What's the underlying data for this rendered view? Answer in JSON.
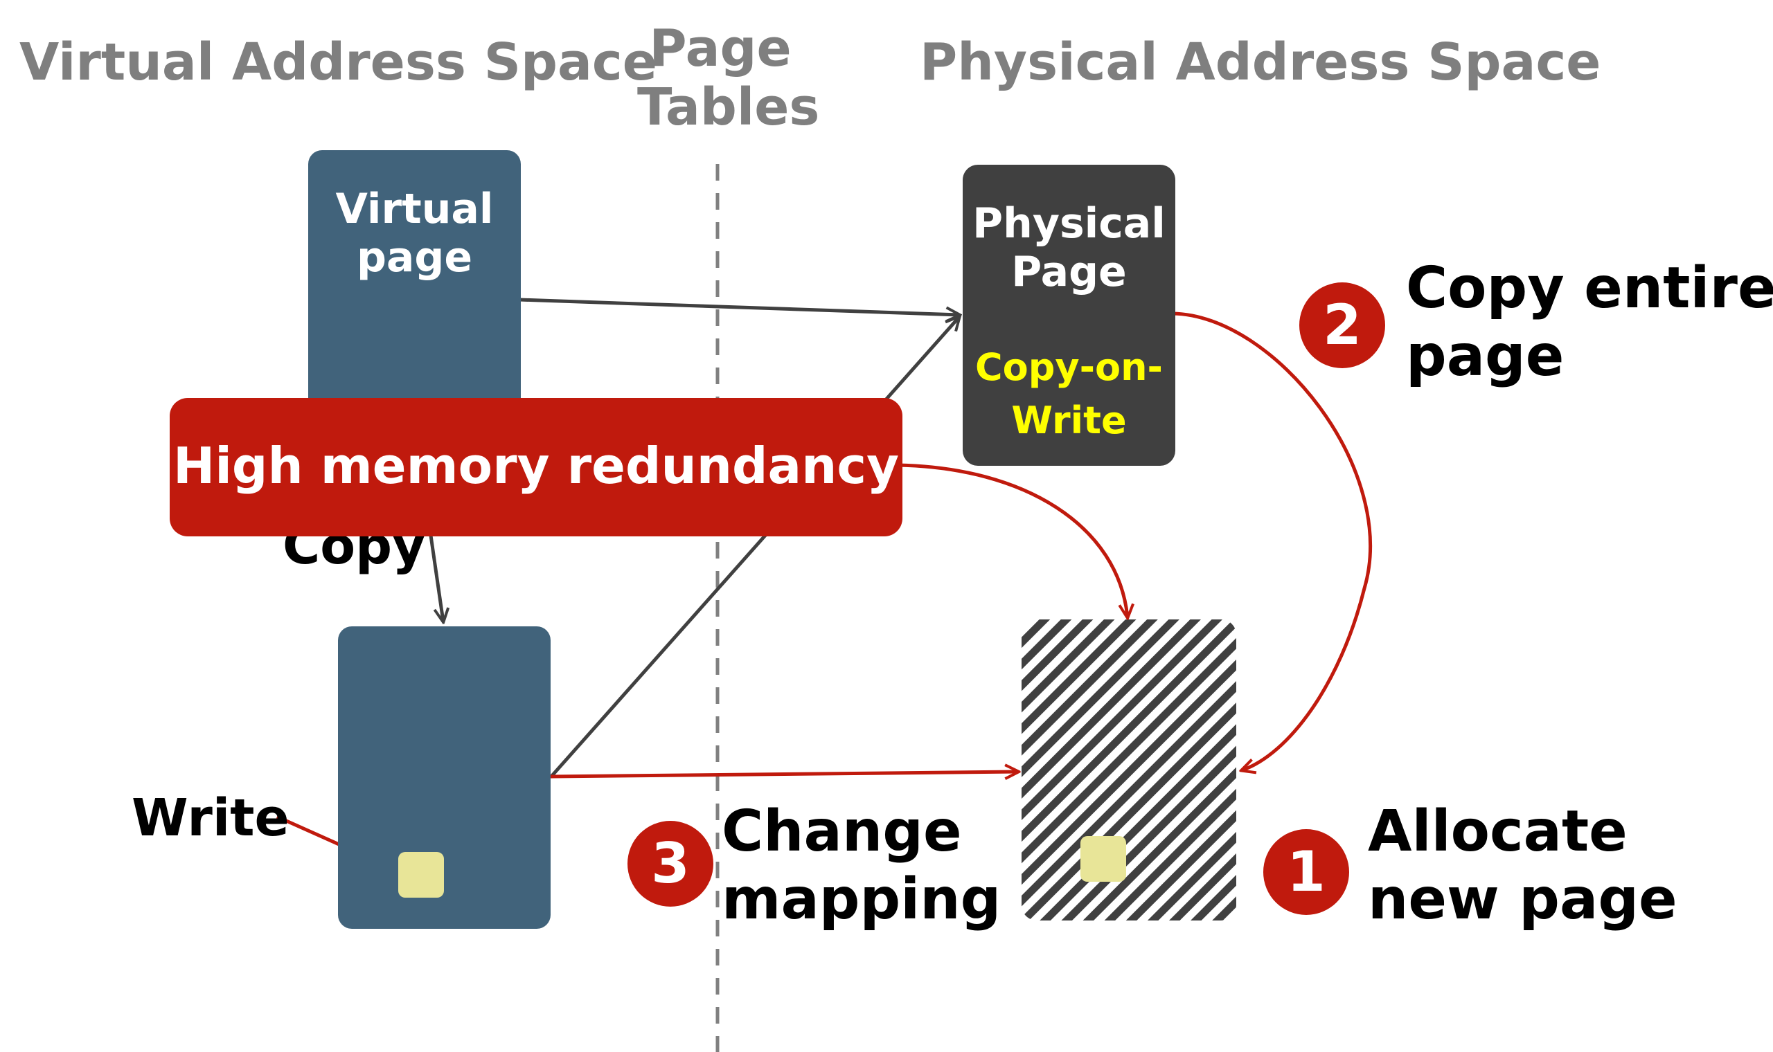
{
  "headers": {
    "virtual": "Virtual Address Space",
    "page_tables_line1": "Page",
    "page_tables_line2": "Tables",
    "physical": "Physical Address Space"
  },
  "boxes": {
    "virtual_page_line1": "Virtual",
    "virtual_page_line2": "page",
    "physical_page_line1": "Physical",
    "physical_page_line2": "Page",
    "cow_line1": "Copy-on-",
    "cow_line2": "Write"
  },
  "banner": "High memory redundancy",
  "labels": {
    "copy": "Copy",
    "write": "Write"
  },
  "steps": [
    {
      "number": "1",
      "line1": "Allocate",
      "line2": "new page"
    },
    {
      "number": "2",
      "line1": "Copy entire",
      "line2": "page"
    },
    {
      "number": "3",
      "line1": "Change",
      "line2": "mapping"
    }
  ],
  "colors": {
    "header_gray": "#7f7f7f",
    "virtual_box": "#41637b",
    "physical_box": "#404040",
    "cow_text": "#ffff00",
    "accent_red": "#c01a0d",
    "written_cell": "#e8e598",
    "arrow_dark": "#404040",
    "divider": "#808080"
  }
}
